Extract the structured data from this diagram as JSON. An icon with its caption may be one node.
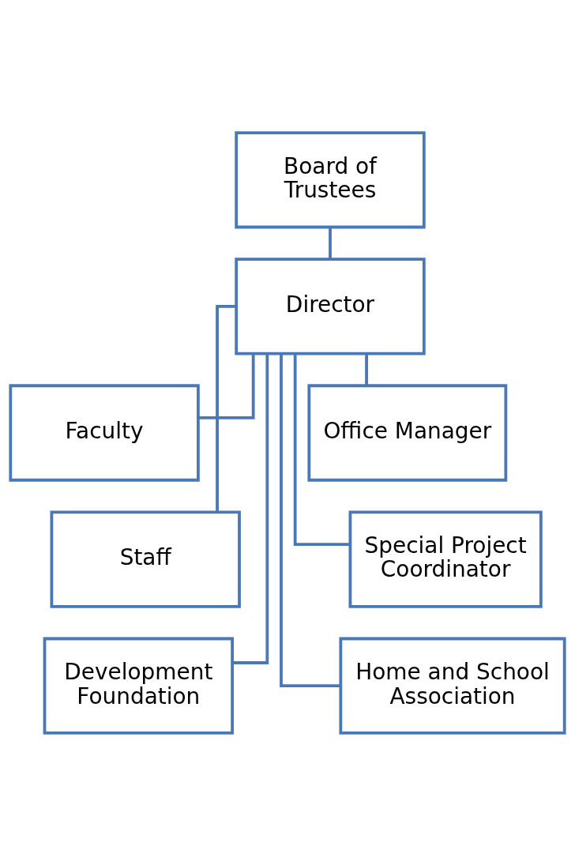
{
  "diagram": {
    "nodes": [
      {
        "text": [
          "Board of Trustees"
        ]
      },
      {
        "text": [
          "Director"
        ]
      },
      {
        "text": [
          "Faculty"
        ]
      },
      {
        "text": [
          "Office Manager"
        ]
      },
      {
        "text": [
          "Staff"
        ]
      },
      {
        "text": [
          "Special Project Coordinator"
        ]
      },
      {
        "text": [
          "Development Foundation"
        ]
      },
      {
        "text": [
          "Home and School Association"
        ]
      }
    ],
    "edges": [
      {
        "from": 0,
        "to": 1,
        "arrow": "none"
      },
      {
        "from": 1,
        "to": 2,
        "arrow": "none"
      },
      {
        "from": 1,
        "to": 3,
        "arrow": "none"
      },
      {
        "from": 1,
        "to": 4,
        "arrow": "none"
      },
      {
        "from": 1,
        "to": 5,
        "arrow": "none"
      },
      {
        "from": 1,
        "to": 6,
        "arrow": "none"
      },
      {
        "from": 1,
        "to": 7,
        "arrow": "none"
      }
    ]
  }
}
